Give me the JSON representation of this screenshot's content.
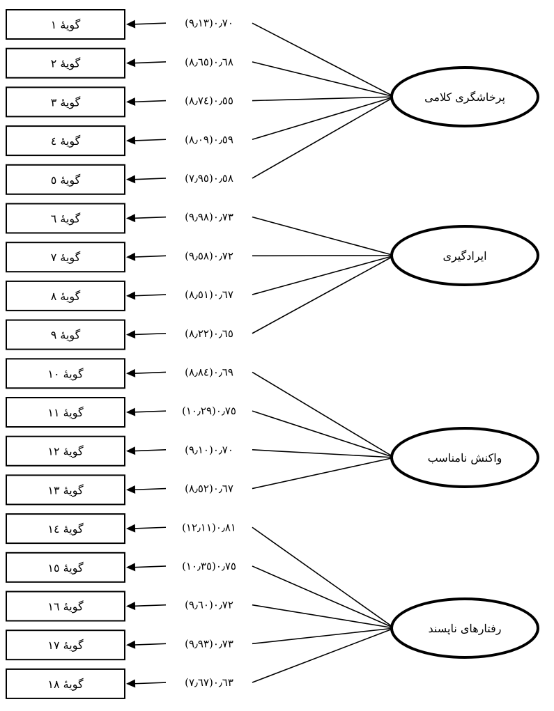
{
  "items": [
    {
      "label": "گویهٔ ۱"
    },
    {
      "label": "گویهٔ ۲"
    },
    {
      "label": "گویهٔ ۳"
    },
    {
      "label": "گویهٔ ٤"
    },
    {
      "label": "گویهٔ ٥"
    },
    {
      "label": "گویهٔ ٦"
    },
    {
      "label": "گویهٔ ۷"
    },
    {
      "label": "گویهٔ ۸"
    },
    {
      "label": "گویهٔ ۹"
    },
    {
      "label": "گویهٔ ۱۰"
    },
    {
      "label": "گویهٔ ۱۱"
    },
    {
      "label": "گویهٔ ۱۲"
    },
    {
      "label": "گویهٔ ۱۳"
    },
    {
      "label": "گویهٔ ١٤"
    },
    {
      "label": "گویهٔ ١٥"
    },
    {
      "label": "گویهٔ ١٦"
    },
    {
      "label": "گویهٔ ۱۷"
    },
    {
      "label": "گویهٔ ۱۸"
    }
  ],
  "factors": [
    {
      "label": "پرخاشگری کلامی",
      "items": [
        1,
        2,
        3,
        4,
        5
      ]
    },
    {
      "label": "ایرادگیری",
      "items": [
        6,
        7,
        8,
        9
      ]
    },
    {
      "label": "واکنش نامناسب",
      "items": [
        10,
        11,
        12,
        13
      ]
    },
    {
      "label": "رفتارهای ناپسند",
      "items": [
        14,
        15,
        16,
        17,
        18
      ]
    }
  ],
  "loadings": [
    {
      "item": 1,
      "factor": 1,
      "text": "۰٫۷۰(۹٫۱۳)"
    },
    {
      "item": 2,
      "factor": 1,
      "text": "۰٫٦۸(۸٫٦٥)"
    },
    {
      "item": 3,
      "factor": 1,
      "text": "۰٫٥٥(۸٫۷٤)"
    },
    {
      "item": 4,
      "factor": 1,
      "text": "۰٫٥۹(۸٫۰۹)"
    },
    {
      "item": 5,
      "factor": 1,
      "text": "۰٫٥۸(۷٫۹٥)"
    },
    {
      "item": 6,
      "factor": 2,
      "text": "۰٫۷۳(۹٫۹۸)"
    },
    {
      "item": 7,
      "factor": 2,
      "text": "۰٫۷۲(۹٫٥۸)"
    },
    {
      "item": 8,
      "factor": 2,
      "text": "۰٫٦۷(۸٫٥۱)"
    },
    {
      "item": 9,
      "factor": 2,
      "text": "۰٫٦٥(۸٫۲۲)"
    },
    {
      "item": 10,
      "factor": 3,
      "text": "۰٫٦۹(۸٫۸٤)"
    },
    {
      "item": 11,
      "factor": 3,
      "text": "۰٫۷٥(۱۰٫۲۹)"
    },
    {
      "item": 12,
      "factor": 3,
      "text": "۰٫۷۰(۹٫۱۰)"
    },
    {
      "item": 13,
      "factor": 3,
      "text": "۰٫٦۷(۸٫٥۲)"
    },
    {
      "item": 14,
      "factor": 4,
      "text": "۰٫۸۱(۱۲٫۱۱)"
    },
    {
      "item": 15,
      "factor": 4,
      "text": "۰٫۷٥(۱۰٫۳٥)"
    },
    {
      "item": 16,
      "factor": 4,
      "text": "۰٫۷۲(۹٫٦۰)"
    },
    {
      "item": 17,
      "factor": 4,
      "text": "۰٫۷۳(۹٫۹۳)"
    },
    {
      "item": 18,
      "factor": 4,
      "text": "۰٫٦۳(۷٫٦۷)"
    }
  ],
  "colors": {
    "stroke": "#000000",
    "background": "#ffffff"
  }
}
